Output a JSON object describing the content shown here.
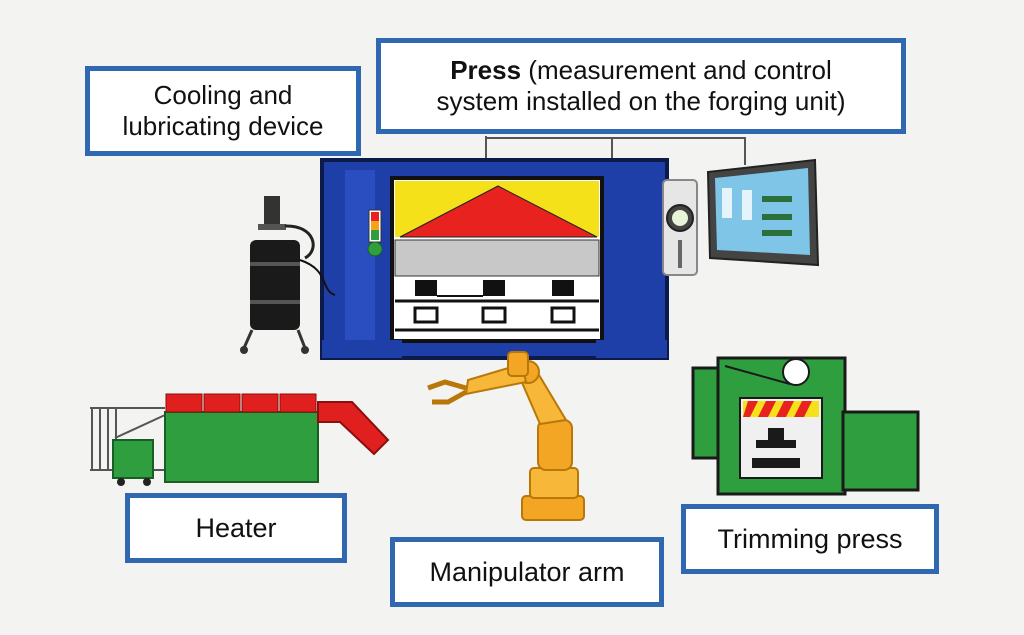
{
  "labels": {
    "cooling": {
      "line1": "Cooling and",
      "line2": "lubricating device"
    },
    "press": {
      "bold": "Press",
      "rest": " (measurement and control",
      "line2": "system installed on the forging unit)"
    },
    "heater": "Heater",
    "manipulator": "Manipulator arm",
    "trimming": "Trimming press"
  },
  "colors": {
    "label_border": "#2f67b1",
    "press_blue": "#1f3fa8",
    "die_red": "#e8231f",
    "die_yellow": "#f5e11a",
    "machine_green": "#2e9e3e",
    "robot_orange": "#f2a623",
    "heater_red": "#e01f1f"
  },
  "icons": [
    "lubricator-drum-icon",
    "forging-press-icon",
    "digital-gauge-icon",
    "touch-monitor-icon",
    "heater-furnace-icon",
    "robot-arm-icon",
    "trimming-press-icon"
  ]
}
